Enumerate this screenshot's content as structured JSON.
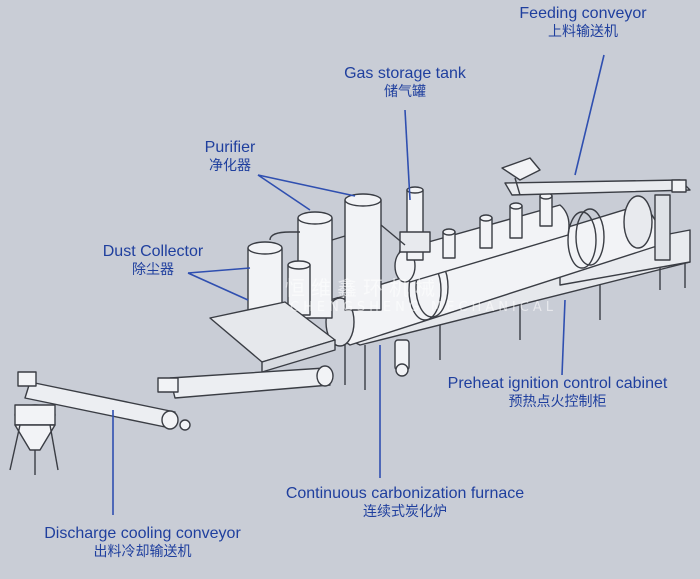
{
  "labels": {
    "feeding_conveyor": {
      "en": "Feeding conveyor",
      "zh": "上料输送机"
    },
    "gas_storage_tank": {
      "en": "Gas storage tank",
      "zh": "储气罐"
    },
    "purifier": {
      "en": "Purifier",
      "zh": "净化器"
    },
    "dust_collector": {
      "en": "Dust Collector",
      "zh": "除尘器"
    },
    "preheat_cabinet": {
      "en": "Preheat ignition control cabinet",
      "zh": "预热点火控制柜"
    },
    "carbonization_furnace": {
      "en": "Continuous carbonization furnace",
      "zh": "连续式炭化炉"
    },
    "discharge_conveyor": {
      "en": "Discharge cooling conveyor",
      "zh": "出料冷却输送机"
    }
  },
  "watermark": {
    "line1": "恒维鑫环机械",
    "line2": "CHENGSHENG MECHANICAL"
  },
  "colors": {
    "label": "#1f3f9e",
    "leader": "#2f4fb0",
    "machine_stroke": "#3a3d44",
    "machine_fill": "#f2f3f6",
    "background": "#c9cdd6"
  }
}
